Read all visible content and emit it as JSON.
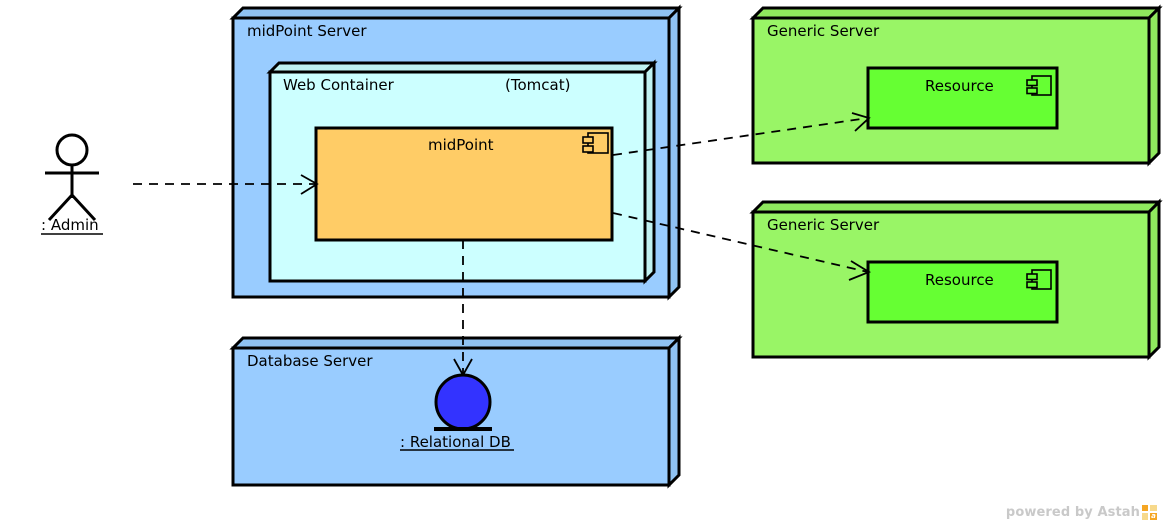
{
  "diagram": {
    "kind": "uml-deployment-diagram",
    "watermark": {
      "text": "powered by Astah",
      "logo_icon": "astah-logo-icon"
    },
    "colors": {
      "node_blue": "#99CCFF",
      "node_blue_side": "#8FC2F2",
      "web_container_cyan": "#CCFFFF",
      "web_container_cyan_side": "#C0F2F2",
      "generic_server_green": "#99F566",
      "generic_server_green_side": "#8FE85E",
      "resource_green": "#66FF33",
      "midpoint_orange": "#FFCC66",
      "db_circle_blue": "#3333FF",
      "outline": "#000000",
      "background": "#FFFFFF"
    }
  },
  "actor": {
    "name": "actor-admin",
    "label": ": Admin",
    "icon": "stick-figure-actor-icon"
  },
  "nodes": [
    {
      "id": "midpoint-server",
      "label": "midPoint Server",
      "fill": "#99CCFF",
      "children": [
        {
          "id": "web-container",
          "label": "Web Container",
          "stereotype": "(Tomcat)",
          "fill": "#CCFFFF",
          "children": [
            {
              "id": "midpoint-component",
              "label": "midPoint",
              "fill": "#FFCC66",
              "icon": "uml-component-icon"
            }
          ]
        }
      ]
    },
    {
      "id": "database-server",
      "label": "Database Server",
      "fill": "#99CCFF",
      "children": [
        {
          "id": "relational-db-object",
          "label": ": Relational DB",
          "fill": "#3333FF",
          "icon": "database-object-circle-icon"
        }
      ]
    },
    {
      "id": "generic-server-1",
      "label": "Generic Server",
      "fill": "#99F566",
      "children": [
        {
          "id": "resource-component-1",
          "label": "Resource",
          "fill": "#66FF33",
          "icon": "uml-component-icon"
        }
      ]
    },
    {
      "id": "generic-server-2",
      "label": "Generic Server",
      "fill": "#99F566",
      "children": [
        {
          "id": "resource-component-2",
          "label": "Resource",
          "fill": "#66FF33",
          "icon": "uml-component-icon"
        }
      ]
    }
  ],
  "connectors": [
    {
      "id": "admin-to-midpoint",
      "from": ": Admin",
      "to": "midPoint",
      "style": "dashed-open-arrow"
    },
    {
      "id": "midpoint-to-resource-1",
      "from": "midPoint",
      "to": "Resource",
      "style": "dashed-open-arrow"
    },
    {
      "id": "midpoint-to-resource-2",
      "from": "midPoint",
      "to": "Resource",
      "style": "dashed-open-arrow"
    },
    {
      "id": "midpoint-to-relational-db",
      "from": "midPoint",
      "to": ": Relational DB",
      "style": "dashed-open-arrow"
    }
  ]
}
